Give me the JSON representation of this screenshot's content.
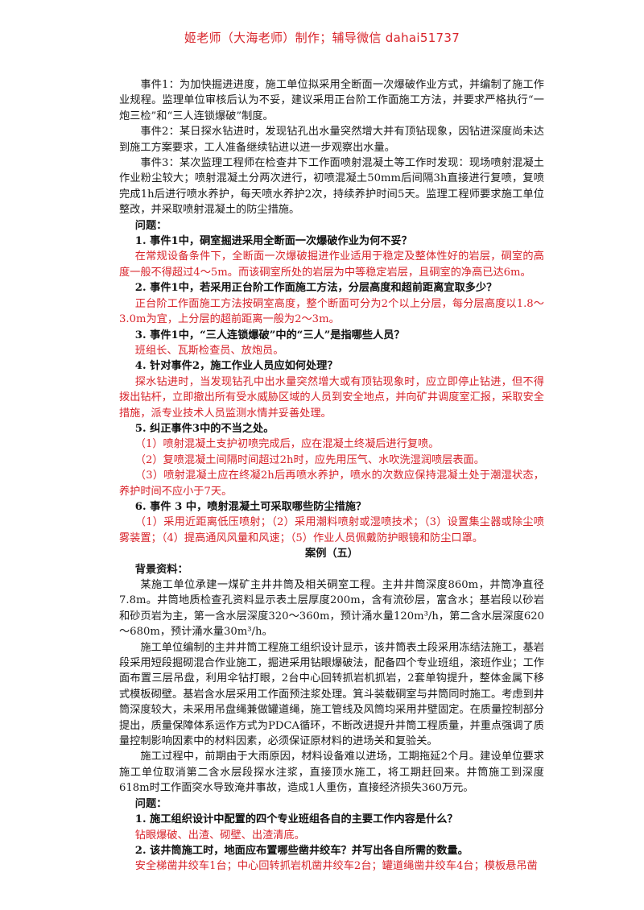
{
  "header": {
    "text": "姬老师（大海老师）制作；辅导微信 dahai51737"
  },
  "events": [
    "事件1：为加快掘进进度，施工单位拟采用全断面一次爆破作业方式，并编制了施工作业规程。监理单位审核后认为不妥，建议采用正台阶工作面施工方法，并要求严格执行“一炮三检”和“三人连锁爆破”制度。",
    "事件2：某日探水钻进时，发现钻孔出水量突然增大并有顶钻现象，因钻进深度尚未达到施工方案要求，工人准备继续钻进以进一步观察出水量。",
    "事件3：某次监理工程师在检查井下工作面喷射混凝土等工作时发现：现场喷射混凝土作业粉尘较大；喷射混凝土分两次进行，初喷混凝土50mm后间隔3h直接进行复喷，复喷完成1h后进行喷水养护，每天喷水养护2次，持续养护时间5天。监理工程师要求施工单位整改，并采取喷射混凝土的防尘措施。"
  ],
  "questions_label": "问题：",
  "q1": {
    "q": "1. 事件1中，硐室掘进采用全断面一次爆破作业为何不妥？",
    "a": "在常规设备条件下，全断面一次爆破掘进作业适用于稳定及整体性好的岩层，硐室的高度一般不得超过4～5m。而该硐室所处的岩层为中等稳定岩层，且硐室的净高已达6m。"
  },
  "q2": {
    "q": "2. 事件1中，若采用正台阶工作面施工方法，分层高度和超前距离宜取多少？",
    "a": "正台阶工作面施工方法按硐室高度，整个断面可分为2个以上分层，每分层高度以1.8～3.0m为宜，上分层的超前距离一般为2～3m。"
  },
  "q3": {
    "q": "3. 事件1中，“三人连锁爆破”中的“三人”是指哪些人员？",
    "a": "班组长、瓦斯检查员、放炮员。"
  },
  "q4": {
    "q": "4. 针对事件2，施工作业人员应如何处理？",
    "a": "探水钻进时，当发现钻孔中出水量突然增大或有顶钻现象时，应立即停止钻进，但不得拨出钻杆，立即撤出所有受水威胁区域的人员到安全地点，并向矿井调度室汇报，采取安全措施，派专业技术人员监测水情并妥善处理。"
  },
  "q5": {
    "q": "5. 纠正事件3中的不当之处。",
    "a": [
      "（1）喷射混凝土支护初喷完成后，应在混凝土终凝后进行复喷。",
      "（2）复喷混凝土间隔时间超过2h时，应先用压气、水吹洗湿润喷层表面。",
      "（3）喷射混凝土应在终凝2h后再喷水养护，喷水的次数应保持混凝土处于潮湿状态，养护时间不应小于7天。"
    ]
  },
  "q6": {
    "q": "6. 事件 3 中，喷射混凝土可采取哪些防尘措施？",
    "a": "（1）采用近距离低压喷射；（2）采用潮料喷射或湿喷技术；（3）设置集尘器或除尘喷雾装置；（4）提高通风风量和风速；（5）作业人员佩戴防护眼镜和防尘口罩。"
  },
  "case5": {
    "title": "案例（五）",
    "background_label": "背景资料：",
    "paragraphs": [
      "某施工单位承建一煤矿主井井筒及相关硐室工程。主井井筒深度860m，井筒净直径7.8m。井筒地质检查孔资料显示表土层厚度200m，含有流砂层，富含水；基岩段以砂岩和砂页岩为主，第一含水层深度320～360m，预计涌水量120m³/h，第二含水层深度620～680m，预计涌水量30m³/h。",
      "施工单位编制的主井井筒工程施工组织设计显示，该井筒表土段采用冻结法施工，基岩段采用短段掘砌混合作业施工，掘进采用钻眼爆破法，配备四个专业班组，滚班作业；工作面布置三层吊盘，利用伞钻打眼，2台中心回转抓岩机抓岩，2套单钩提升，整体金属下移式模板砌壁。基岩含水层采用工作面预注浆处理。箕斗装载硐室与井筒同时施工。考虑到井筒深度较大，未采用吊盘绳兼做罐道绳，施工管线及风筒均采用井壁固定。在质量控制部分提出，质量保障体系运作方式为PDCA循环，不断改进提升井筒工程质量，并重点强调了质量控制影响因素中的材料因素，必须保证原材料的进场关和复验关。",
      "施工过程中，前期由于大雨原因，材料设备难以进场，工期拖延2个月。建设单位要求施工单位取消第二含水层段探水注浆，直接顶水施工，将工期赶回来。井筒施工到深度618m时工作面突水导致淹井事故，造成1人重伤，直接经济损失360万元。"
    ],
    "questions_label": "问题：",
    "q1": {
      "q": "1. 施工组织设计中配置的四个专业班组各自的主要工作内容是什么？",
      "a": "钻眼爆破、出渣、砌壁、出渣清底。"
    },
    "q2": {
      "q": "2. 该井筒施工时，地面应布置哪些凿井绞车？并写出各自所需的数量。",
      "a": "安全梯凿井绞车1台；中心回转抓岩机凿井绞车2台；罐道绳凿井绞车4台；模板悬吊凿"
    }
  }
}
